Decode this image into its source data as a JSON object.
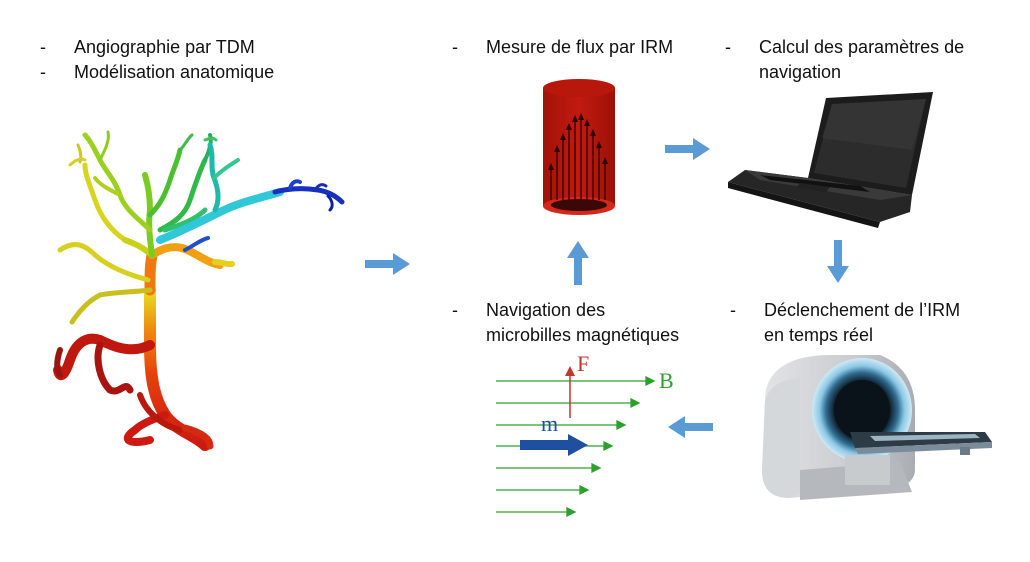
{
  "steps": {
    "ct": {
      "bullets": [
        "Angiographie par TDM",
        "Modélisation anatomique"
      ]
    },
    "flow": {
      "bullets": [
        "Mesure de flux par IRM"
      ]
    },
    "calc": {
      "bullets": [
        "Calcul des paramètres de",
        "navigation"
      ]
    },
    "trigger": {
      "bullets": [
        "Déclenchement de l’IRM",
        "en temps réel"
      ]
    },
    "nav": {
      "bullets": [
        "Navigation des",
        "microbilles magnétiques"
      ]
    }
  },
  "dash": "-",
  "physics": {
    "force_label": "F",
    "field_label": "B",
    "moment_label": "m"
  },
  "colors": {
    "flow_arrow": "#5b9bd5",
    "field": "#2ca02c",
    "force": "#c0392b",
    "moment": "#1f4fa0",
    "cylinder": "#b01e10"
  },
  "icons": [
    "vessel-tree-model",
    "flow-cylinder",
    "laptop-icon",
    "mri-scanner-icon"
  ]
}
